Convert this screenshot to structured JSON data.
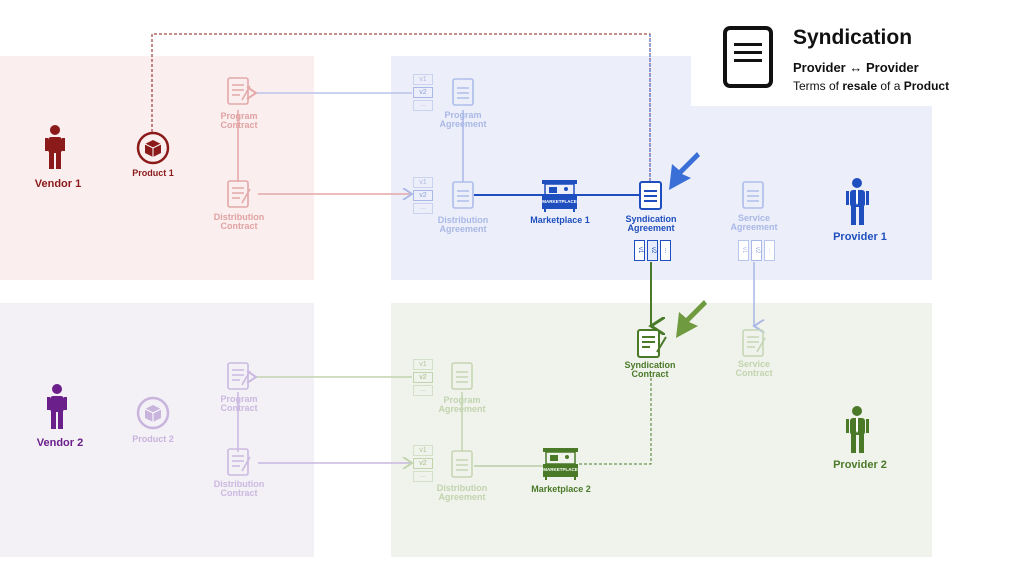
{
  "legend": {
    "title": "Syndication",
    "subtitle": "Provider ↔ Provider",
    "desc_pre": "Terms of ",
    "desc_b1": "resale",
    "desc_mid": " of a ",
    "desc_b2": "Product",
    "icon": "document-icon"
  },
  "colors": {
    "vendor1": "#8b1a1a",
    "vendor2": "#6a1f8a",
    "provider1": "#1f4fbf",
    "provider2": "#4a7a28",
    "zone_vendor1": "#fbeeee",
    "zone_vendor2": "#f3f0f6",
    "zone_provider1": "#eceffa",
    "zone_provider2": "#f0f2ec"
  },
  "labels": {
    "vendor1": "Vendor 1",
    "product1": "Product 1",
    "vendor2": "Vendor 2",
    "product2": "Product 2",
    "provider1": "Provider 1",
    "provider2": "Provider 2",
    "program_contract_1": "Program\nContract",
    "distribution_contract_1": "Distribution\nContract",
    "program_contract_2": "Program\nContract",
    "distribution_contract_2": "Distribution\nContract",
    "program_agreement_1": "Program\nAgreement",
    "distribution_agreement_1": "Distribution\nAgreement",
    "program_agreement_2": "Program\nAgreement",
    "distribution_agreement_2": "Distribution\nAgreement",
    "marketplace1": "Marketplace 1",
    "marketplace2": "Marketplace 2",
    "syndication_agreement": "Syndication\nAgreement",
    "syndication_contract": "Syndication\nContract",
    "service_agreement": "Service\nAgreement",
    "service_contract": "Service\nContract",
    "marketplace_sign": "MARKETPLACE",
    "version_v1": "v1",
    "version_v2": "v2",
    "version_more": "..."
  }
}
